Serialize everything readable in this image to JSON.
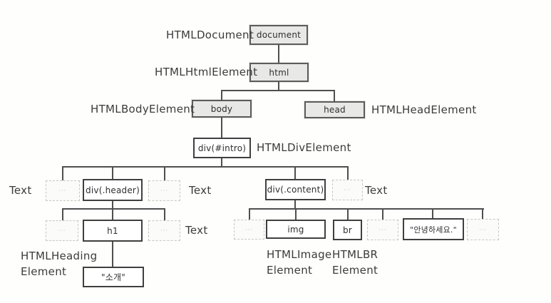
{
  "diagram_type": "dom-tree",
  "colors": {
    "background": "#fefefc",
    "shaded_box_fill": "#e8e8e6",
    "shaded_box_border": "#5c5c5c",
    "solid_box_border": "#3f3f3f",
    "ghost_box_border": "#c6c6c2",
    "connector_line": "#4f4f4f",
    "label_text": "#3b3b3b"
  },
  "nodes": {
    "document": {
      "label": "document"
    },
    "html": {
      "label": "html"
    },
    "body": {
      "label": "body"
    },
    "head": {
      "label": "head"
    },
    "div_intro": {
      "label": "div(#intro)"
    },
    "div_header": {
      "label": "div(.header)"
    },
    "div_content": {
      "label": "div(.content)"
    },
    "h1": {
      "label": "h1"
    },
    "img": {
      "label": "img"
    },
    "br": {
      "label": "br"
    },
    "text_hello": {
      "label": "\"안녕하세요.\""
    },
    "text_sogae": {
      "label": "\"소개\""
    },
    "ellipsis": {
      "label": "···"
    }
  },
  "labels": {
    "html_document": "HTMLDocument",
    "html_html_element": "HTMLHtmlElement",
    "html_body_element": "HTMLBodyElement",
    "html_head_element": "HTMLHeadElement",
    "html_div_element": "HTMLDivElement",
    "text": "Text",
    "html_heading_line1": "HTMLHeading",
    "html_heading_line2": "Element",
    "html_image_line1": "HTMLImage",
    "html_image_line2": "Element",
    "html_br_line1": "HTMLBR",
    "html_br_line2": "Element"
  }
}
